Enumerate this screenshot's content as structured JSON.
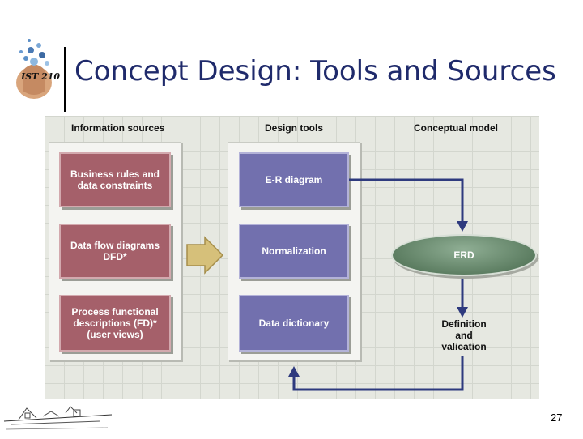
{
  "slide": {
    "title": "Concept Design: Tools and Sources",
    "logo_text": "IST 210",
    "page_number": "27"
  },
  "diagram": {
    "headers": {
      "sources": "Information sources",
      "tools": "Design tools",
      "model": "Conceptual model"
    },
    "sources": [
      "Business rules and\ndata constraints",
      "Data flow diagrams\nDFD*",
      "Process functional\ndescriptions (FD)*\n(user views)"
    ],
    "tools": [
      "E-R diagram",
      "Normalization",
      "Data dictionary"
    ],
    "erd_label": "ERD",
    "definition_label": "Definition\nand\nvalication",
    "colors": {
      "source_box": "#a5606a",
      "tool_box": "#7270ae",
      "erd": "#5d7e62",
      "flow_line": "#2e3a7e",
      "big_arrow": "#d6c07a"
    }
  }
}
